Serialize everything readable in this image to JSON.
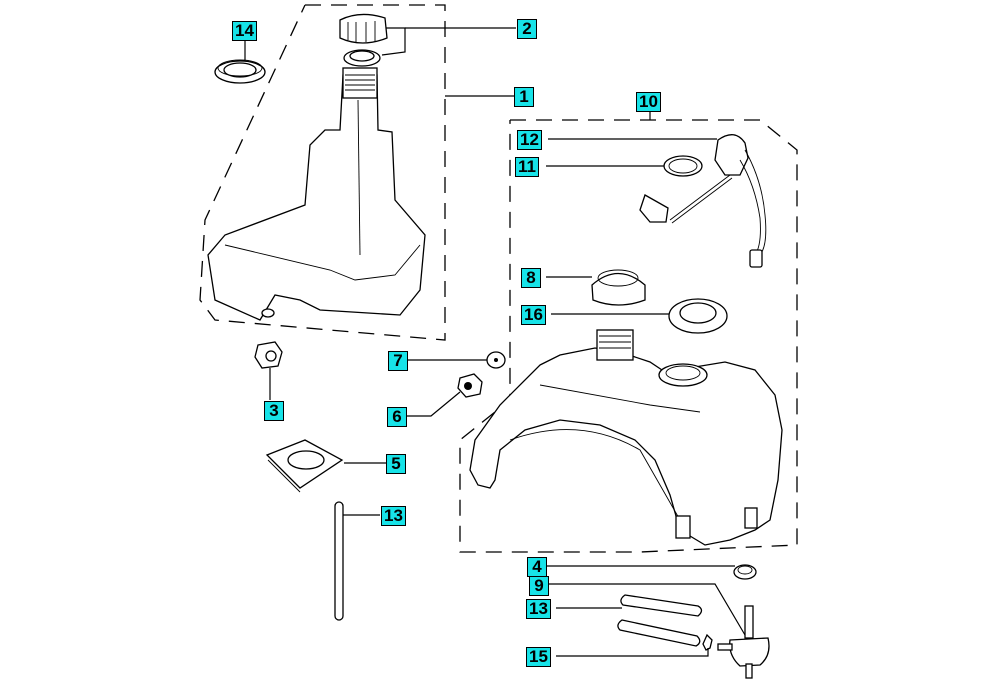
{
  "diagram": {
    "title": "Fuel tank exploded parts diagram",
    "label_color": "#17e3e8",
    "callouts": [
      {
        "id": "c1",
        "number": "1",
        "part": "fuel-tank-assembly-upper"
      },
      {
        "id": "c2",
        "number": "2",
        "part": "fuel-cap-and-gasket"
      },
      {
        "id": "c3",
        "number": "3",
        "part": "flange-nut"
      },
      {
        "id": "c4",
        "number": "4",
        "part": "hose-clamp"
      },
      {
        "id": "c5",
        "number": "5",
        "part": "rubber-mount-pad"
      },
      {
        "id": "c6",
        "number": "6",
        "part": "nut"
      },
      {
        "id": "c7",
        "number": "7",
        "part": "washer"
      },
      {
        "id": "c8",
        "number": "8",
        "part": "filler-cap"
      },
      {
        "id": "c9",
        "number": "9",
        "part": "fuel-valve"
      },
      {
        "id": "c10",
        "number": "10",
        "part": "fuel-tank-assembly-lower"
      },
      {
        "id": "c11",
        "number": "11",
        "part": "sender-gasket"
      },
      {
        "id": "c12",
        "number": "12",
        "part": "fuel-level-sender"
      },
      {
        "id": "c13a",
        "number": "13",
        "part": "fuel-hose"
      },
      {
        "id": "c13b",
        "number": "13",
        "part": "fuel-hose-pair"
      },
      {
        "id": "c14",
        "number": "14",
        "part": "grommet"
      },
      {
        "id": "c15",
        "number": "15",
        "part": "hose-clip"
      },
      {
        "id": "c16",
        "number": "16",
        "part": "lock-ring"
      }
    ]
  }
}
